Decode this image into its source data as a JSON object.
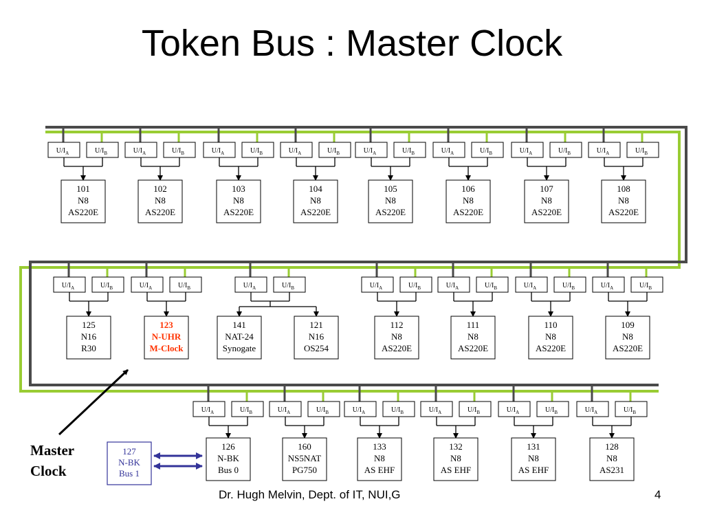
{
  "title": "Token Bus : Master Clock",
  "footer": "Dr. Hugh Melvin, Dept. of IT, NUI,G",
  "page_number": "4",
  "master_clock_label": [
    "Master",
    "Clock"
  ],
  "colors": {
    "bus_gray": "#4a4a4a",
    "bus_green": "#99cc33",
    "highlight": "#ff3300",
    "blue": "#333399"
  },
  "interface_labels": {
    "a": [
      "U/I",
      "A"
    ],
    "b": [
      "U/I",
      "B"
    ]
  },
  "rows": [
    {
      "id": "row1",
      "groups": [
        {
          "nodes": [
            [
              "101",
              "N8",
              "AS220E"
            ]
          ]
        },
        {
          "nodes": [
            [
              "102",
              "N8",
              "AS220E"
            ]
          ]
        },
        {
          "nodes": [
            [
              "103",
              "N8",
              "AS220E"
            ]
          ]
        },
        {
          "nodes": [
            [
              "104",
              "N8",
              "AS220E"
            ]
          ]
        },
        {
          "nodes": [
            [
              "105",
              "N8",
              "AS220E"
            ]
          ]
        },
        {
          "nodes": [
            [
              "106",
              "N8",
              "AS220E"
            ]
          ]
        },
        {
          "nodes": [
            [
              "107",
              "N8",
              "AS220E"
            ]
          ]
        },
        {
          "nodes": [
            [
              "108",
              "N8",
              "AS220E"
            ]
          ]
        }
      ]
    },
    {
      "id": "row2",
      "groups": [
        {
          "nodes": [
            [
              "125",
              "N16",
              "R30"
            ]
          ]
        },
        {
          "nodes": [
            [
              "123",
              "N-UHR",
              "M-Clock"
            ]
          ],
          "highlight": true
        },
        {
          "nodes": [
            [
              "141",
              "NAT-24",
              "Synogate"
            ],
            [
              "121",
              "N16",
              "OS254"
            ]
          ]
        },
        {
          "nodes": [
            [
              "112",
              "N8",
              "AS220E"
            ]
          ]
        },
        {
          "nodes": [
            [
              "111",
              "N8",
              "AS220E"
            ]
          ]
        },
        {
          "nodes": [
            [
              "110",
              "N8",
              "AS220E"
            ]
          ]
        },
        {
          "nodes": [
            [
              "109",
              "N8",
              "AS220E"
            ]
          ]
        }
      ]
    },
    {
      "id": "row3",
      "groups": [
        {
          "nodes": [
            [
              "126",
              "N-BK",
              "Bus 0"
            ]
          ]
        },
        {
          "nodes": [
            [
              "160",
              "NS5NAT",
              "PG750"
            ]
          ]
        },
        {
          "nodes": [
            [
              "133",
              "N8",
              "AS EHF"
            ]
          ]
        },
        {
          "nodes": [
            [
              "132",
              "N8",
              "AS EHF"
            ]
          ]
        },
        {
          "nodes": [
            [
              "131",
              "N8",
              "AS EHF"
            ]
          ]
        },
        {
          "nodes": [
            [
              "128",
              "N8",
              "AS231"
            ]
          ]
        }
      ]
    }
  ],
  "standalone_node": [
    "127",
    "N-BK",
    "Bus 1"
  ]
}
